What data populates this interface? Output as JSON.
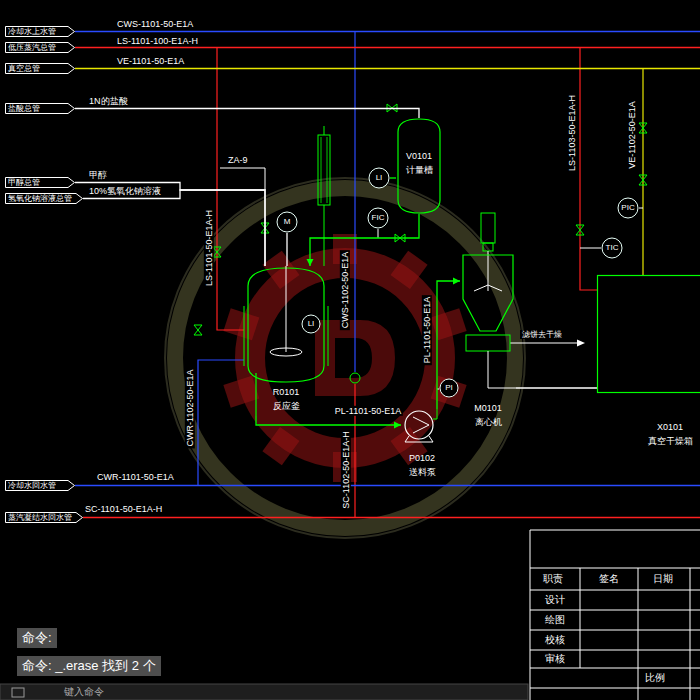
{
  "diagram": {
    "nodes": [
      {
        "text": [
          "冷却水上水管"
        ]
      },
      {
        "text": [
          "低压蒸汽总管"
        ]
      },
      {
        "text": [
          "真空总管"
        ]
      },
      {
        "text": [
          "盐酸总管"
        ]
      },
      {
        "text": [
          "V0101",
          "计量槽"
        ]
      },
      {
        "text": [
          "LI"
        ]
      },
      {
        "text": [
          "甲醇总管"
        ]
      },
      {
        "text": [
          "氢氧化钠溶液总管"
        ]
      },
      {
        "text": [
          "PIC"
        ]
      },
      {
        "text": [
          "M"
        ]
      },
      {
        "text": [
          "FIC"
        ]
      },
      {
        "text": [
          "TIC"
        ]
      },
      {
        "text": [
          "M0101",
          "离心机"
        ]
      },
      {
        "text": [
          "R0101",
          "反应釜"
        ]
      },
      {
        "text": [
          "LI"
        ],
        "in": 13
      },
      {
        "text": [
          "X0101",
          "真空干燥箱"
        ]
      },
      {
        "text": [
          "PI"
        ]
      },
      {
        "text": [
          "P0102",
          "送料泵"
        ]
      },
      {
        "text": [
          "冷却水回水管"
        ]
      },
      {
        "text": [
          "蒸汽凝结水回水管"
        ]
      }
    ],
    "edges": [
      {
        "from": 4,
        "to": 13,
        "arrow": "to"
      },
      {
        "from": 13,
        "to": 17,
        "label": "PL-1101-50-E1A",
        "arrow": "to"
      },
      {
        "from": 17,
        "to": 12,
        "label": "PL-1101-50-E1A",
        "arrow": "to"
      },
      {
        "from": 6,
        "to": 13,
        "label": "甲醇",
        "arrow": "none"
      },
      {
        "from": 7,
        "to": 13,
        "label": "10%氢氧化钠溶液",
        "arrow": "none"
      },
      {
        "from": 3,
        "to": 4,
        "label": "1N的盐酸",
        "arrow": "none"
      },
      {
        "from": 9,
        "to": 13,
        "arrow": "none"
      },
      {
        "from": 5,
        "to": 4,
        "arrow": "none"
      },
      {
        "from": 12,
        "to": 15,
        "arrow": "none"
      }
    ],
    "labels": [
      "CWS-1101-50-E1A",
      "LS-1101-100-E1A-H",
      "VE-1101-50-E1A",
      "ZA-9",
      "LS-1101-50-E1A-H",
      "CWS-1102-50-E1A",
      "CWR-1102-50-E1A",
      "SC-1102-50-E1A-H",
      "LS-1103-50-E1A-H",
      "VE-1102-50-E1A",
      "滤饼去干燥",
      "CWR-1101-50-E1A",
      "SC-1101-50-E1A-H",
      "职责",
      "签名",
      "日期",
      "设计",
      "绘图",
      "校核",
      "审核",
      "比例",
      "命令:",
      "命令: _.erase 找到 2 个",
      "键入命令"
    ]
  }
}
